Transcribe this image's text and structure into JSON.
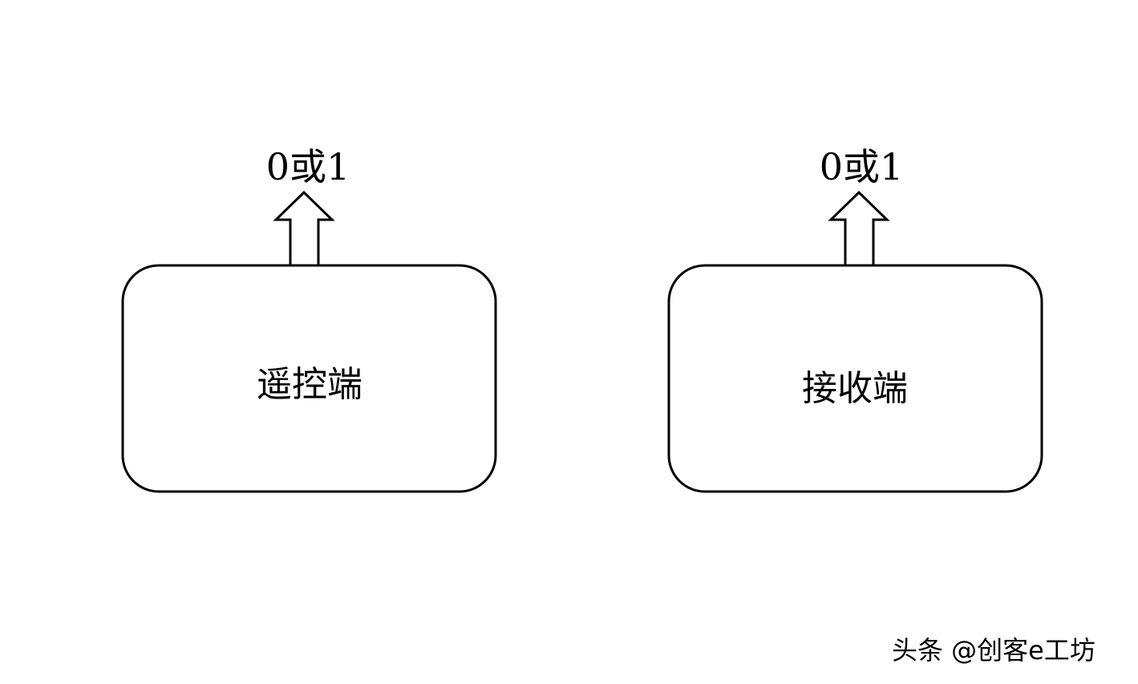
{
  "diagram": {
    "nodes": [
      {
        "label": "遥控端",
        "output": "0或1"
      },
      {
        "label": "接收端",
        "output": "0或1"
      }
    ]
  },
  "watermark": "头条 @创客e工坊"
}
